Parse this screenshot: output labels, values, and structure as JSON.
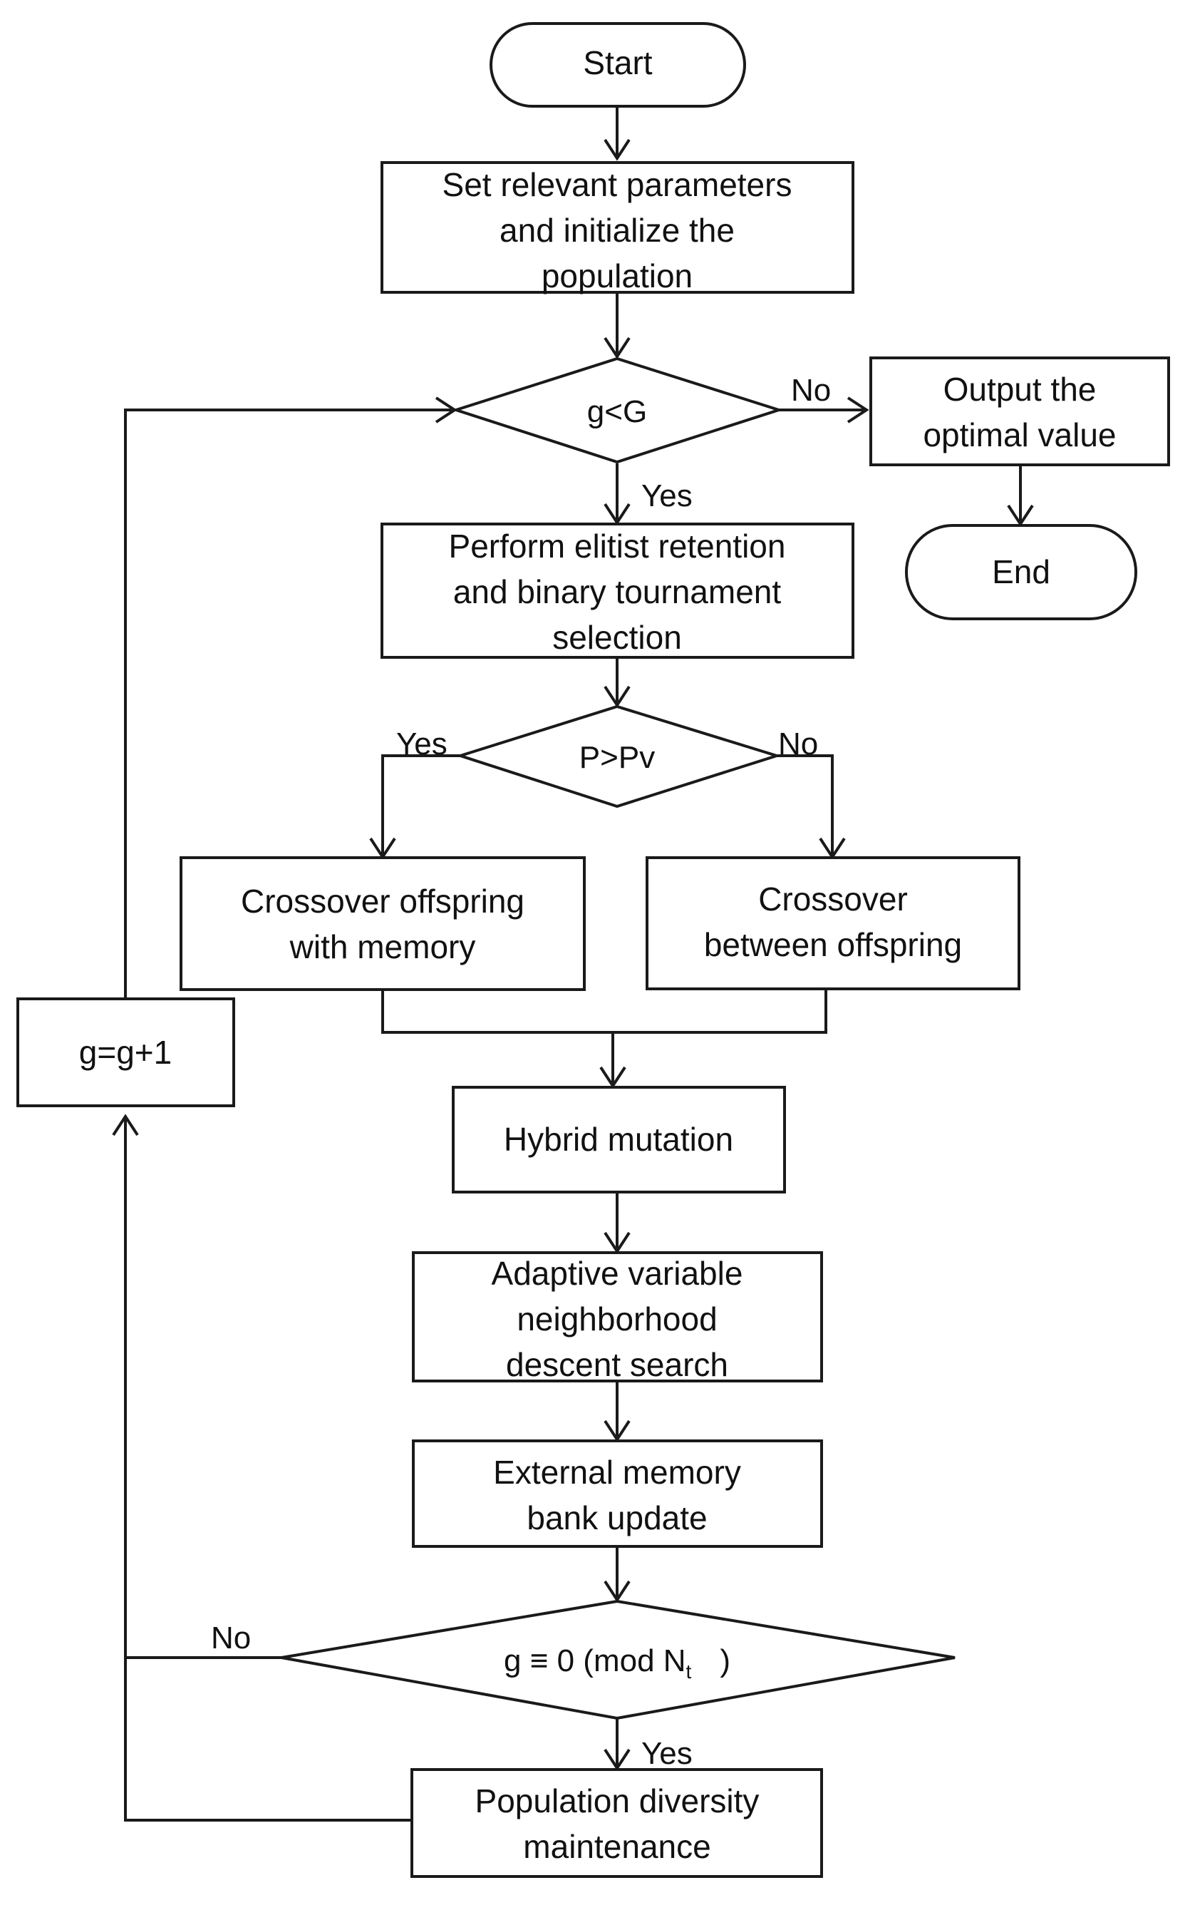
{
  "nodes": {
    "start": {
      "label": "Start"
    },
    "init": {
      "lines": [
        "Set relevant parameters",
        "and initialize the",
        "population"
      ]
    },
    "cond_g": {
      "label": "g<G"
    },
    "output": {
      "lines": [
        "Output the",
        "optimal value"
      ]
    },
    "end": {
      "label": "End"
    },
    "selection": {
      "lines": [
        "Perform elitist retention",
        "and binary tournament",
        "selection"
      ]
    },
    "cond_p": {
      "label": "P>Pv"
    },
    "cross_mem": {
      "lines": [
        "Crossover offspring",
        "with memory"
      ]
    },
    "cross_off": {
      "lines": [
        "Crossover",
        "between offspring"
      ]
    },
    "increment": {
      "label": "g=g+1"
    },
    "mutation": {
      "label": "Hybrid mutation"
    },
    "avnd": {
      "lines": [
        "Adaptive variable",
        "neighborhood",
        "descent search"
      ]
    },
    "memory": {
      "lines": [
        "External memory",
        "bank update"
      ]
    },
    "cond_mod": {
      "prefix": "g ≡ 0 (mod N",
      "subscript": "t",
      "suffix": ")"
    },
    "diversity": {
      "lines": [
        "Population diversity",
        "maintenance"
      ]
    }
  },
  "edge_labels": {
    "g_no": "No",
    "g_yes": "Yes",
    "p_yes": "Yes",
    "p_no": "No",
    "mod_no": "No",
    "mod_yes": "Yes"
  }
}
